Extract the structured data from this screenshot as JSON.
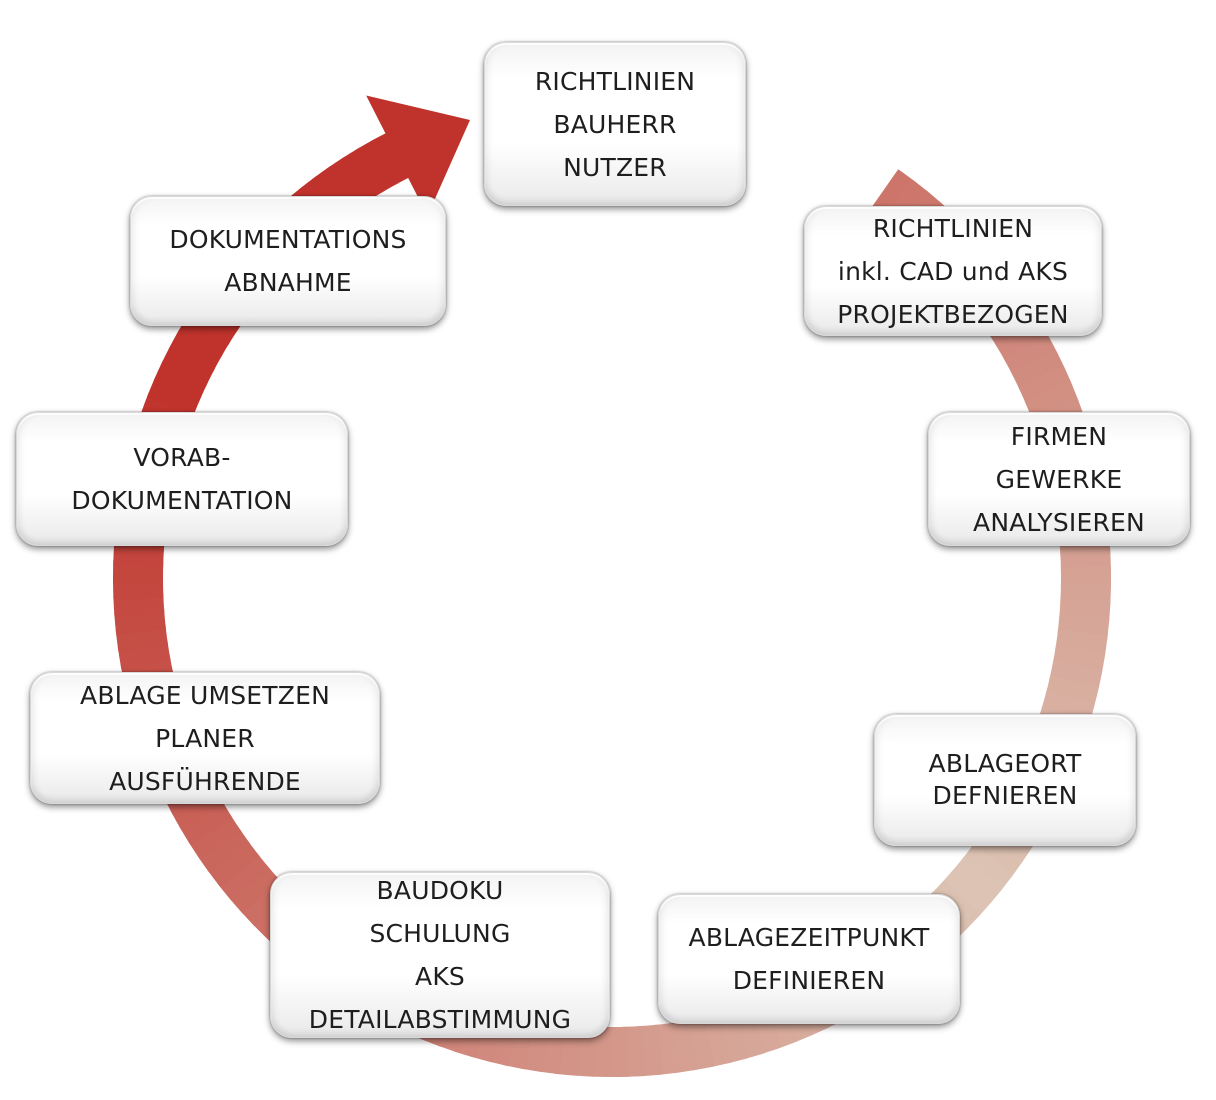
{
  "colors": {
    "arrow_dark": "#c0332c",
    "arrow_light": "#dcc4b4",
    "box_background": "#ffffff",
    "text": "#1e1e1e"
  },
  "steps": [
    {
      "lines": [
        "RICHTLINIEN",
        "BAUHERR",
        "NUTZER"
      ]
    },
    {
      "lines": [
        "RICHTLINIEN",
        "inkl. CAD und AKS",
        "PROJEKTBEZOGEN"
      ]
    },
    {
      "lines": [
        "FIRMEN",
        "GEWERKE",
        "ANALYSIEREN"
      ]
    },
    {
      "lines": [
        "ABLAGEORT",
        "DEFNIEREN"
      ]
    },
    {
      "lines": [
        "ABLAGEZEITPUNKT",
        "DEFINIEREN"
      ]
    },
    {
      "lines": [
        "BAUDOKU",
        "SCHULUNG",
        "AKS",
        "DETAILABSTIMMUNG"
      ]
    },
    {
      "lines": [
        "ABLAGE UMSETZEN",
        "PLANER",
        "AUSFÜHRENDE"
      ]
    },
    {
      "lines": [
        "VORAB-",
        "DOKUMENTATION"
      ]
    },
    {
      "lines": [
        "DOKUMENTATIONS",
        "ABNAHME"
      ]
    }
  ]
}
